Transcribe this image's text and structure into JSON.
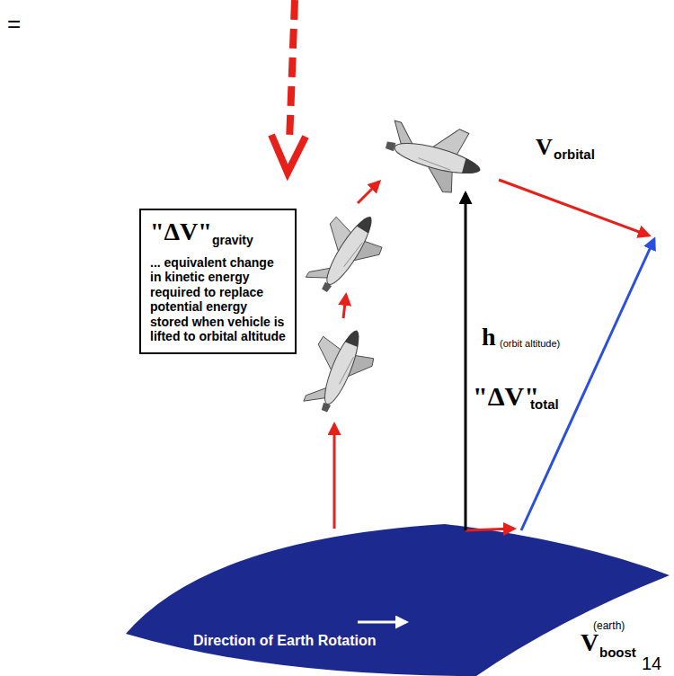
{
  "diagram": {
    "nodes": [
      {
        "text": [
          "\"ΔV\"",
          "gravity",
          "... equivalent change in kinetic energy required to replace potential energy stored when vehicle is lifted to orbital altitude"
        ]
      }
    ],
    "labels": [
      "=",
      "\"ΔV\"",
      "total",
      "V",
      "orbital",
      "h",
      "(orbit altitude)",
      "(earth)",
      "V",
      "boost",
      "Direction of Earth Rotation",
      "14"
    ]
  }
}
